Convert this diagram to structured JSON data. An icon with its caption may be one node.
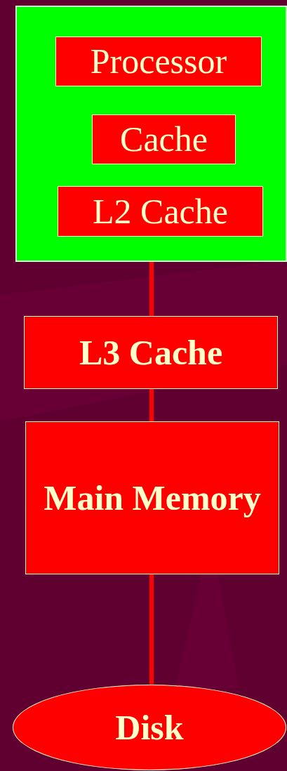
{
  "diagram": {
    "nodes": [
      {
        "text": [],
        "shape": "box"
      },
      {
        "text": [
          "Processor"
        ],
        "in": 0
      },
      {
        "text": [
          "Cache"
        ],
        "in": 0
      },
      {
        "text": [
          "L2 Cache"
        ],
        "in": 0
      },
      {
        "text": [
          "L3 Cache"
        ]
      },
      {
        "text": [
          "Main Memory"
        ]
      },
      {
        "text": [
          "Disk"
        ]
      }
    ],
    "edges": [
      {
        "from": 0,
        "to": 4,
        "arrow": "none"
      },
      {
        "from": 4,
        "to": 5,
        "arrow": "none"
      },
      {
        "from": 5,
        "to": 6,
        "arrow": "none"
      }
    ]
  }
}
